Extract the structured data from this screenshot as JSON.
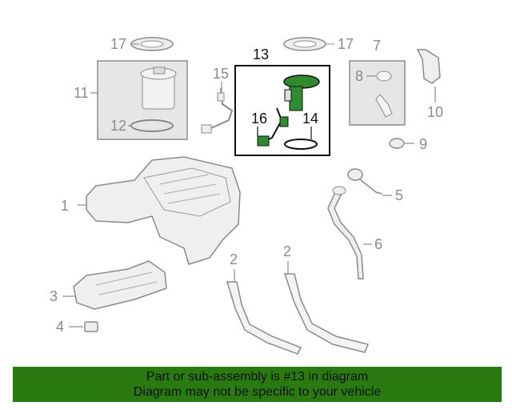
{
  "callouts": {
    "c1": "1",
    "c2a": "2",
    "c2b": "2",
    "c3": "3",
    "c4": "4",
    "c5": "5",
    "c6": "6",
    "c7": "7",
    "c8": "8",
    "c9": "9",
    "c10": "10",
    "c11": "11",
    "c12": "12",
    "c13": "13",
    "c14": "14",
    "c15": "15",
    "c16": "16",
    "c17a": "17",
    "c17b": "17"
  },
  "footer": {
    "line1": "Part or sub-assembly is #13 in diagram",
    "line2": "Diagram may not be specific to your vehicle",
    "background": "#2a7a12"
  },
  "colors": {
    "highlight_part": "#2e8b2e",
    "line": "#8a8a8a",
    "box_fill": "#e8e8e8"
  }
}
